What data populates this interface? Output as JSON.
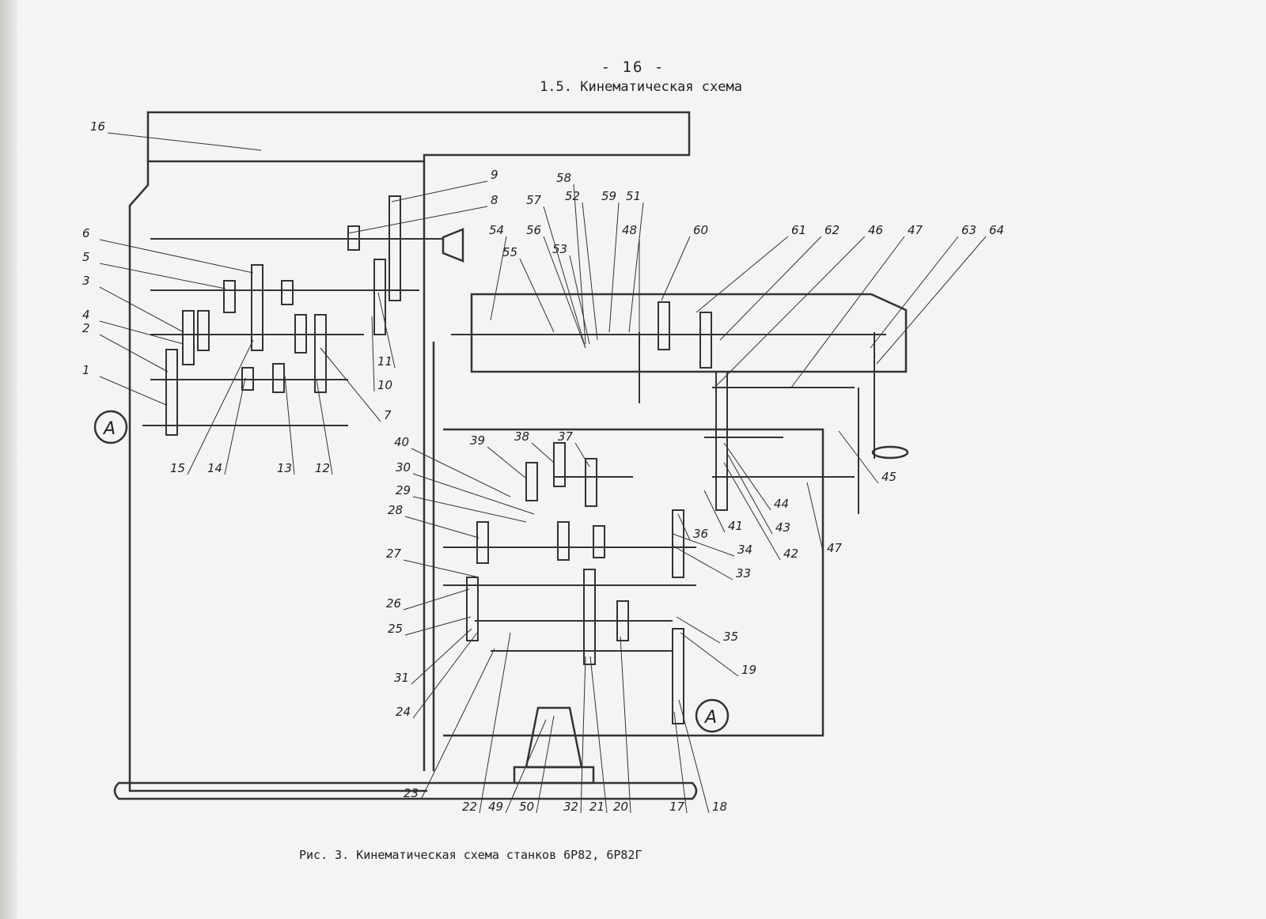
{
  "page_number": "- 16 -",
  "section_title": "1.5. Кинематическая схема",
  "caption": "Рис. 3. Кинематическая схема станков 6Р82, 6Р82Г",
  "section_marker": "А",
  "part_labels": [
    "1",
    "2",
    "3",
    "4",
    "5",
    "6",
    "7",
    "8",
    "9",
    "10",
    "11",
    "12",
    "13",
    "14",
    "15",
    "16",
    "17",
    "18",
    "19",
    "20",
    "21",
    "22",
    "23",
    "24",
    "25",
    "26",
    "27",
    "28",
    "29",
    "30",
    "31",
    "32",
    "33",
    "34",
    "35",
    "36",
    "37",
    "38",
    "39",
    "40",
    "41",
    "42",
    "43",
    "44",
    "45",
    "46",
    "47",
    "47",
    "48",
    "49",
    "50",
    "51",
    "52",
    "53",
    "54",
    "55",
    "56",
    "57",
    "58",
    "59",
    "60",
    "61",
    "62",
    "63",
    "64"
  ]
}
